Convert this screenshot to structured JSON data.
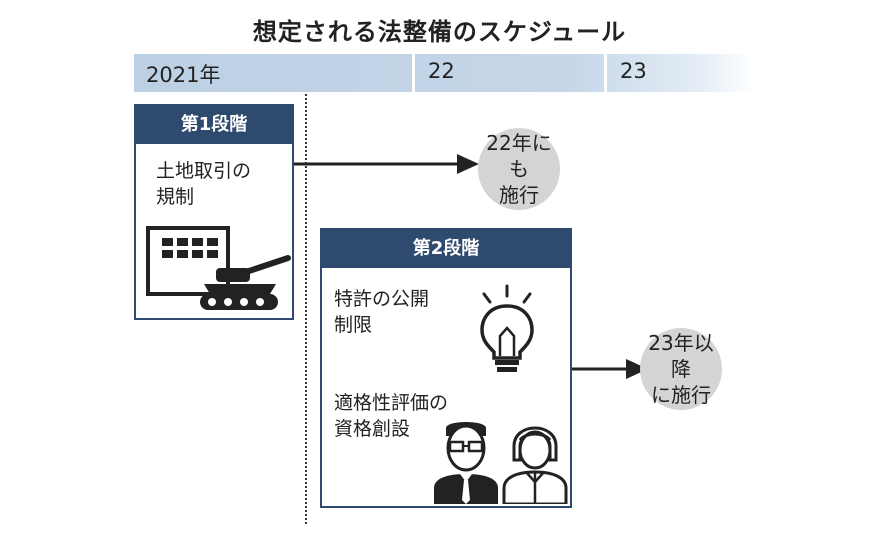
{
  "title": "想定される法整備のスケジュール",
  "timeline": {
    "y2021": "2021年",
    "y22": "22",
    "y23": "23"
  },
  "stage1": {
    "header": "第1段階",
    "lines": [
      "土地取引の",
      "規制"
    ],
    "result_lines": [
      "22年にも",
      "施行"
    ]
  },
  "stage2": {
    "header": "第2段階",
    "item1_lines": [
      "特許の公開",
      "制限"
    ],
    "item2_lines": [
      "適格性評価の",
      "資格創設"
    ],
    "result_lines": [
      "23年以降",
      "に施行"
    ]
  },
  "colors": {
    "header_navy": "#2e4a6e",
    "timeline_blue": "#c5d6e8",
    "circle_gray": "#d4d4d4"
  },
  "icons": [
    "building-icon",
    "tank-icon",
    "lightbulb-icon",
    "man-with-glasses-icon",
    "woman-icon"
  ]
}
